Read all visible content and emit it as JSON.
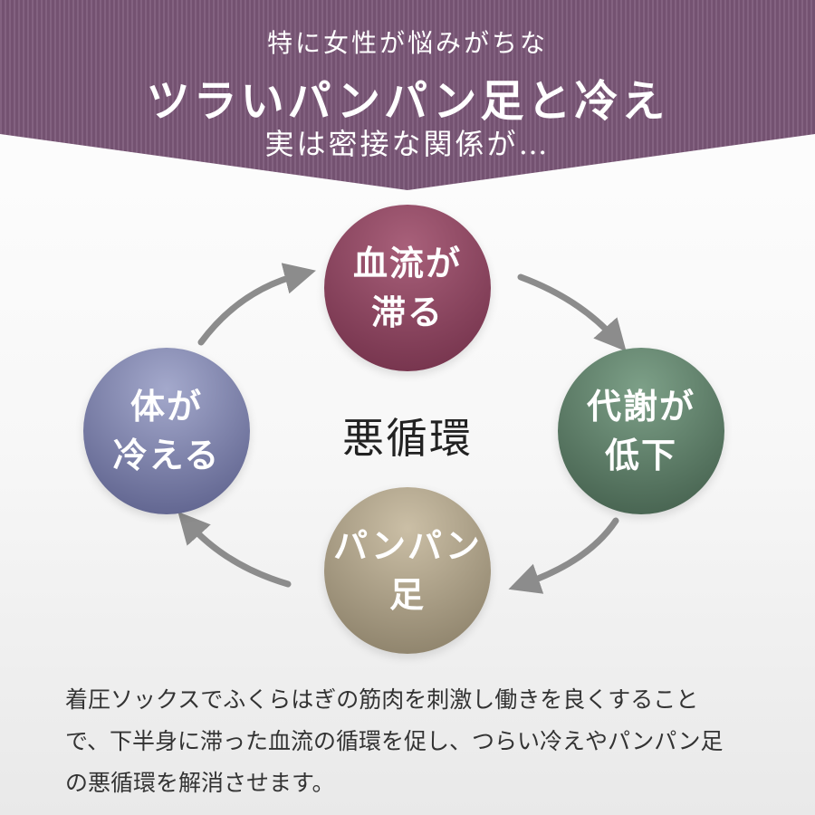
{
  "banner": {
    "line1": "特に女性が悩みがちな",
    "line2": "ツラいパンパン足と冷え",
    "line3": "実は密接な関係が…"
  },
  "cycle": {
    "center_label": "悪循環",
    "top": {
      "line1": "血流が",
      "line2": "滞る"
    },
    "right": {
      "line1": "代謝が",
      "line2": "低下"
    },
    "bottom": {
      "line1": "パンパン",
      "line2": "足"
    },
    "left": {
      "line1": "体が",
      "line2": "冷える"
    }
  },
  "description": {
    "line1": "着圧ソックスでふくらはぎの筋肉を刺激し働きを良くすること",
    "line2": "で、下半身に滞った血流の循環を促し、つらい冷えやパンパン足",
    "line3": "の悪循環を解消させます。"
  },
  "colors": {
    "banner": "#7a5677",
    "top_circle": "#8b4360",
    "right_circle": "#587564",
    "bottom_circle": "#a89d85",
    "left_circle": "#7a7fab",
    "arrows": "#8c8c8c"
  }
}
